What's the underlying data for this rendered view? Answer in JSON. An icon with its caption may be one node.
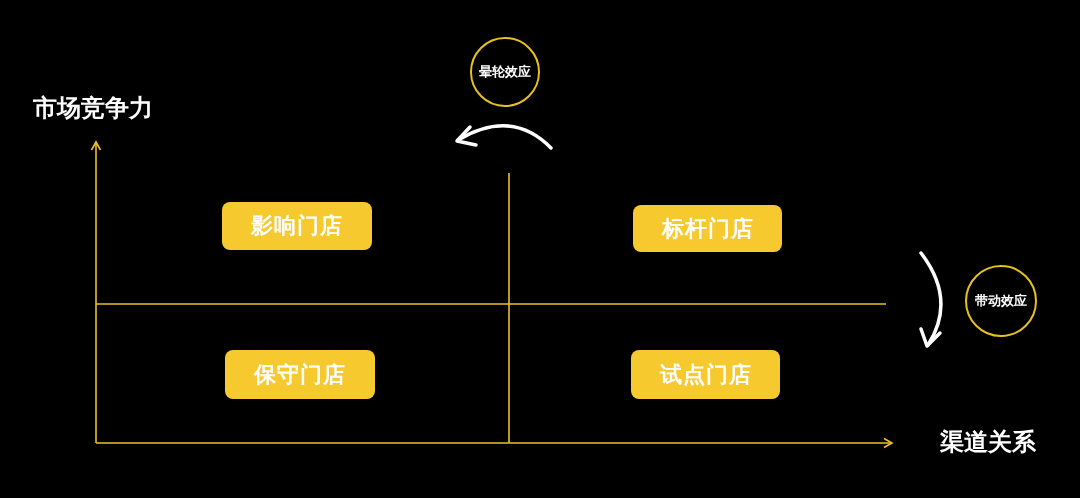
{
  "diagram": {
    "nodes": [
      {
        "text": [
          "晕轮效应"
        ]
      },
      {
        "text": [
          "影响门店"
        ]
      },
      {
        "text": [
          "标杆门店"
        ]
      },
      {
        "text": [
          "带动效应"
        ]
      },
      {
        "text": [
          "保守门店"
        ]
      },
      {
        "text": [
          "试点门店"
        ]
      }
    ],
    "labels": [
      "市场竞争力",
      "渠道关系"
    ]
  }
}
